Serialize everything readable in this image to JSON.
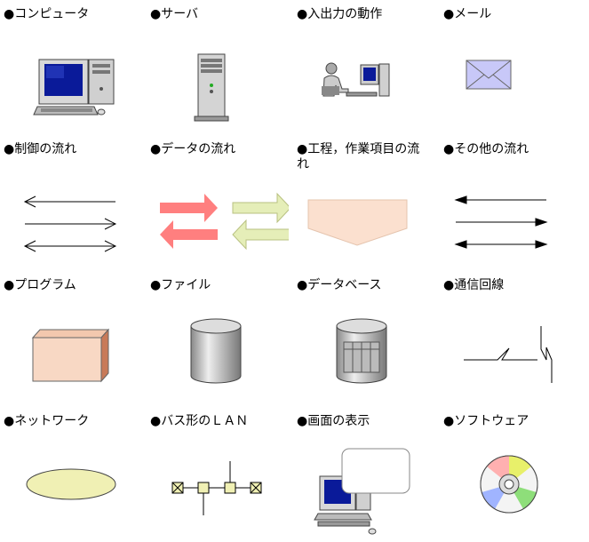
{
  "items": [
    {
      "label": "●コンピュータ",
      "icon": "computer-icon"
    },
    {
      "label": "●サーバ",
      "icon": "server-icon"
    },
    {
      "label": "●入出力の動作",
      "icon": "person-at-computer-icon"
    },
    {
      "label": "●メール",
      "icon": "mail-envelope-icon"
    },
    {
      "label": "●制御の流れ",
      "icon": "control-flow-arrows-icon"
    },
    {
      "label": "●データの流れ",
      "icon": "data-flow-arrows-icon"
    },
    {
      "label": "●工程，作業項目の流れ",
      "icon": "process-pentagon-icon"
    },
    {
      "label": "●その他の流れ",
      "icon": "other-flow-arrows-icon"
    },
    {
      "label": "●プログラム",
      "icon": "program-box-icon"
    },
    {
      "label": "●ファイル",
      "icon": "file-cylinder-icon"
    },
    {
      "label": "●データベース",
      "icon": "database-cylinder-icon"
    },
    {
      "label": "●通信回線",
      "icon": "communication-line-icon"
    },
    {
      "label": "●ネットワーク",
      "icon": "network-ellipse-icon"
    },
    {
      "label": "●バス形のＬＡＮ",
      "icon": "bus-lan-icon"
    },
    {
      "label": "●画面の表示",
      "icon": "screen-display-icon"
    },
    {
      "label": "●ソフトウェア",
      "icon": "software-cd-icon"
    }
  ],
  "colors": {
    "data_flow_red": "#ff7f7f",
    "data_flow_green": "#e5eeb8",
    "process_fill": "#fbe0cf",
    "program_fill": "#f8d8c4",
    "network_fill": "#f0f0b4",
    "mail_fill": "#c8c8f8",
    "monitor_screen": "#0a1a99"
  }
}
